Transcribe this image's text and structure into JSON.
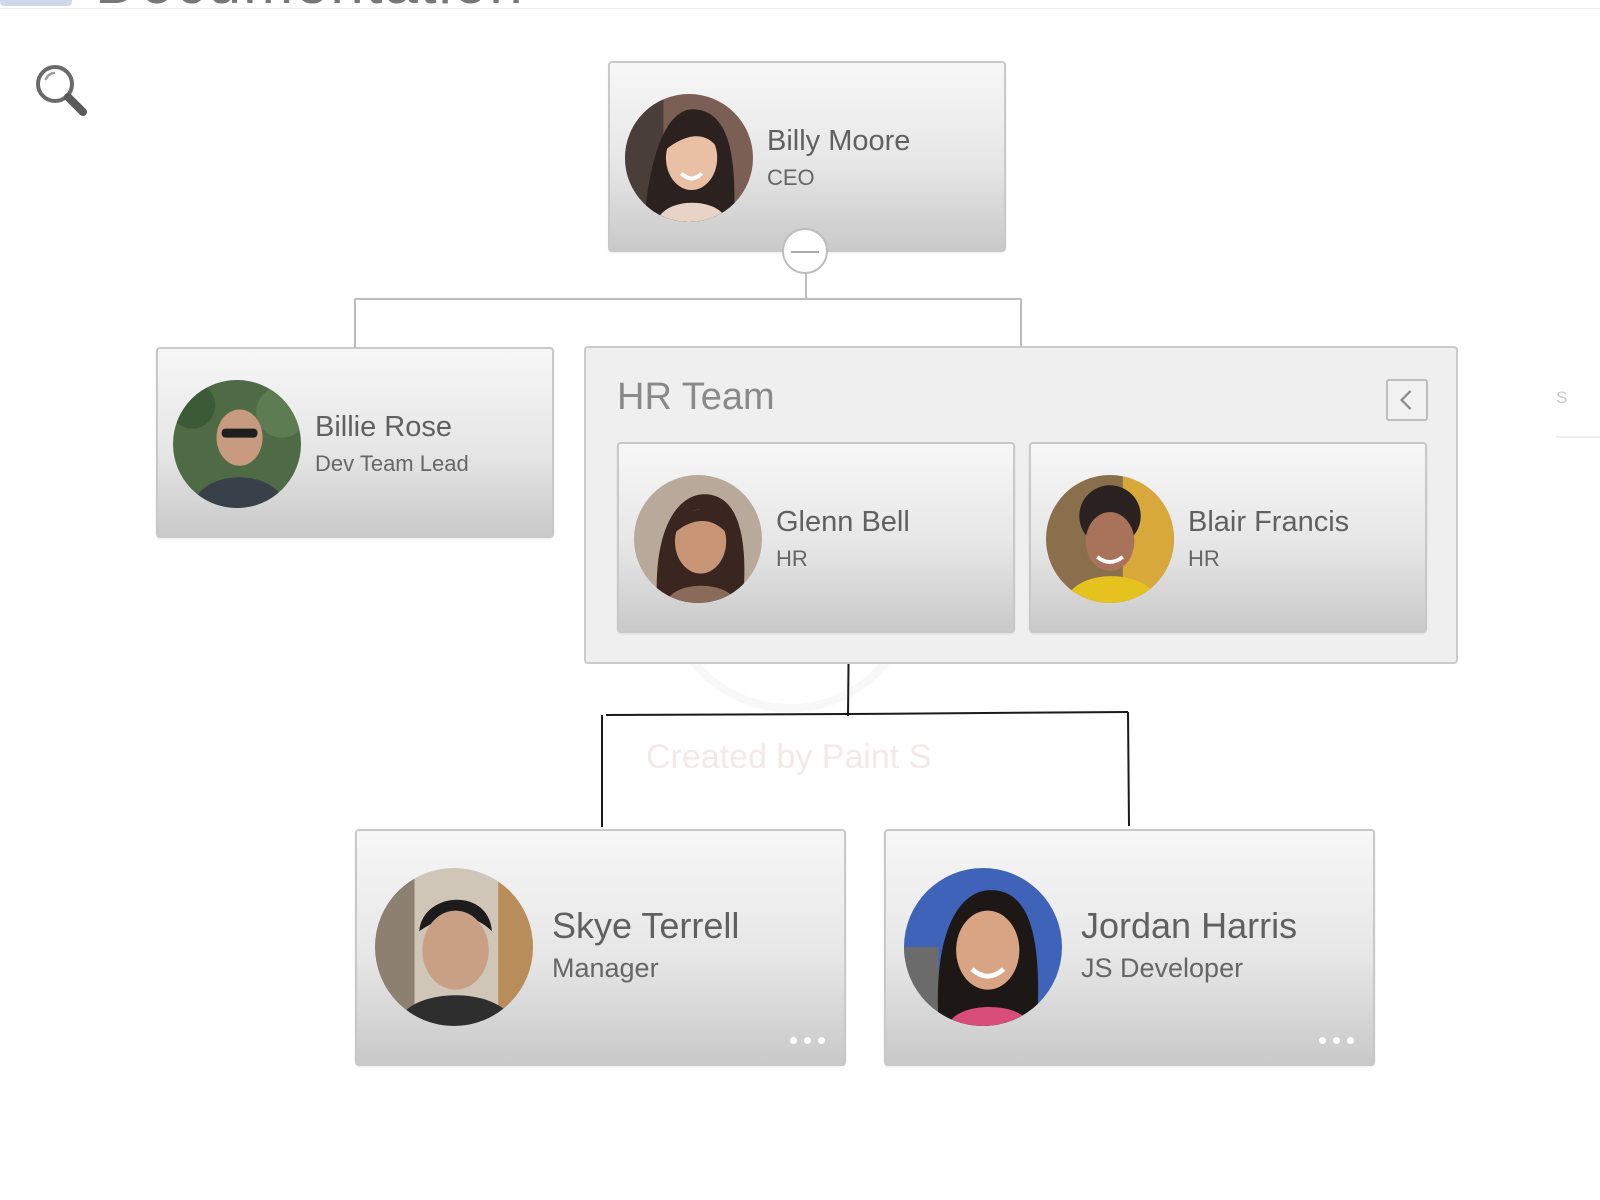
{
  "page": {
    "title": "Documentation"
  },
  "colors": {
    "card_border": "#c8c8c8",
    "card_top": "#f7f7f7",
    "card_bottom": "#c9c9c9",
    "group_background": "#efefef",
    "connector": "#bdbdbd",
    "connector_dark": "#1a1a1a"
  },
  "toolbar": {
    "search_icon": "search-icon"
  },
  "org": {
    "ceo": {
      "name": "Billy Moore",
      "role": "CEO"
    },
    "dev_lead": {
      "name": "Billie Rose",
      "role": "Dev Team Lead"
    },
    "hr_group": {
      "title": "HR Team",
      "members": [
        {
          "name": "Glenn Bell",
          "role": "HR"
        },
        {
          "name": "Blair Francis",
          "role": "HR"
        }
      ]
    },
    "reports": [
      {
        "name": "Skye Terrell",
        "role": "Manager"
      },
      {
        "name": "Jordan Harris",
        "role": "JS Developer"
      }
    ]
  },
  "watermark": {
    "text": "Created by Paint S"
  },
  "edge": {
    "fragment": "S"
  }
}
